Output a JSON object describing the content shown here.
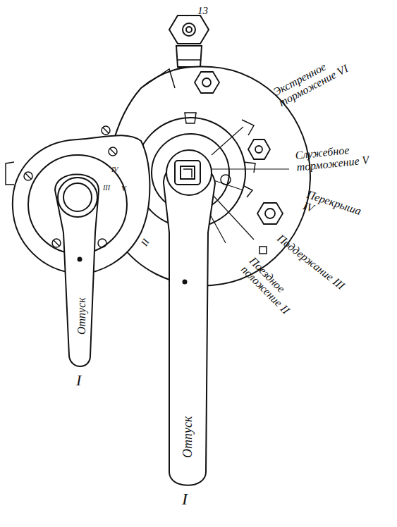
{
  "diagram": {
    "labels": [
      "13",
      "Экстренное торможение VI",
      "Служебное торможение V",
      "Перекрыша IV",
      "Поддержание III",
      "Поездное положение II",
      "Отпуск",
      "I",
      "Отпуск",
      "I",
      "V",
      "IV",
      "III",
      "II"
    ]
  }
}
